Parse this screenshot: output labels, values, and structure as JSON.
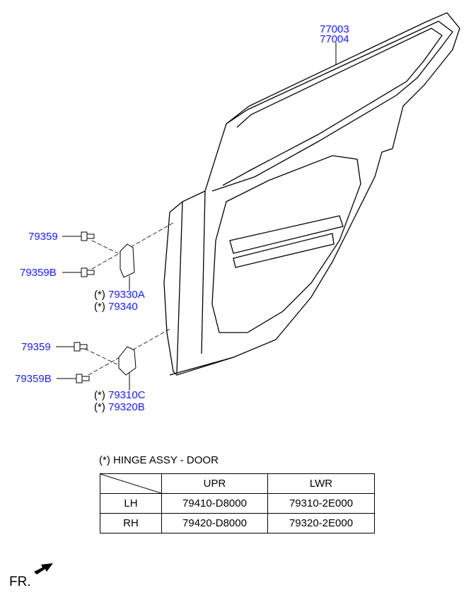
{
  "callouts": {
    "door_panel_1": "77003",
    "door_panel_2": "77004",
    "upper_bolt": "79359",
    "upper_bolt_b": "79359B",
    "upper_hinge_1": "79330A",
    "upper_hinge_2": "79340",
    "lower_bolt": "79359",
    "lower_bolt_b": "79359B",
    "lower_hinge_1": "79310C",
    "lower_hinge_2": "79320B",
    "asterisk": "(*)"
  },
  "table": {
    "title": "(*) HINGE ASSY - DOOR",
    "headers": [
      "",
      "UPR",
      "LWR"
    ],
    "rows": [
      {
        "side": "LH",
        "upr": "79410-D8000",
        "lwr": "79310-2E000"
      },
      {
        "side": "RH",
        "upr": "79420-D8000",
        "lwr": "79320-2E000"
      }
    ]
  },
  "direction_label": "FR."
}
